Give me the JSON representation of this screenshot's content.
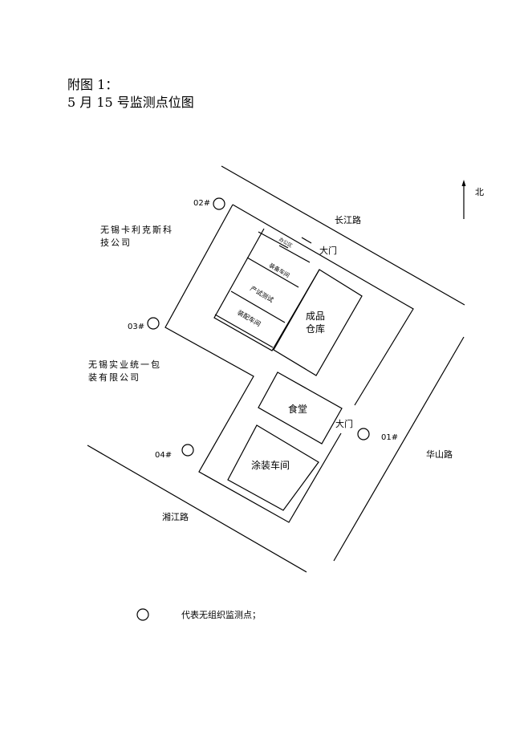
{
  "title": {
    "line1": "附图 1：",
    "line2": "5 月 15 号监测点位图"
  },
  "roads": {
    "changjiang": "长江路",
    "huashan": "华山路",
    "xiangjiang": "湘江路"
  },
  "neighbors": {
    "kalikesi_line1": "无锡卡利克斯科",
    "kalikesi_line2": "技公司",
    "shiye_line1": "无锡实业统一包",
    "shiye_line2": "装有限公司"
  },
  "buildings": {
    "office": "办公区",
    "equipment": "装备车间",
    "trial": "产试测试",
    "assembly": "装配车间",
    "warehouse_line1": "成品",
    "warehouse_line2": "仓库",
    "canteen": "食堂",
    "coating": "涂装车间"
  },
  "gates": {
    "north_gate": "大门",
    "east_gate": "大门"
  },
  "compass": {
    "north": "北"
  },
  "points": [
    {
      "id": "01#"
    },
    {
      "id": "02#"
    },
    {
      "id": "03#"
    },
    {
      "id": "04#"
    }
  ],
  "legend": {
    "text": "代表无组织监测点；"
  }
}
